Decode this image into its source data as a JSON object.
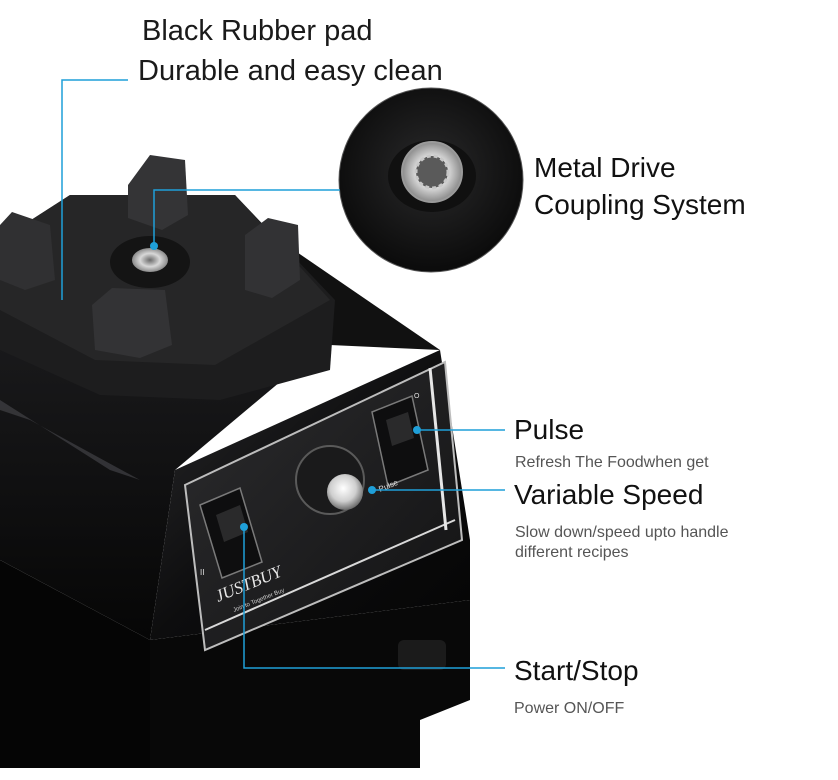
{
  "callouts": {
    "rubber_pad": {
      "line1": "Black Rubber pad",
      "line2": "Durable and easy clean"
    },
    "metal_drive": {
      "line1": "Metal Drive",
      "line2": "Coupling System"
    },
    "pulse": {
      "title": "Pulse",
      "desc": "Refresh The Foodwhen get"
    },
    "variable_speed": {
      "title": "Variable Speed",
      "desc_line1": "Slow down/speed upto handle",
      "desc_line2": "different recipes"
    },
    "start_stop": {
      "title": "Start/Stop",
      "desc": "Power ON/OFF"
    }
  },
  "panel": {
    "brand": "JUSTBUY",
    "tagline": "Join to Together Buy",
    "knob_label": "Pulse",
    "switch_off_mark": "II",
    "switch_on_mark": "O"
  },
  "colors": {
    "callout_line": "#1f9fd8",
    "body": "#0b0b0c",
    "rubber": "#1b1b1c"
  }
}
